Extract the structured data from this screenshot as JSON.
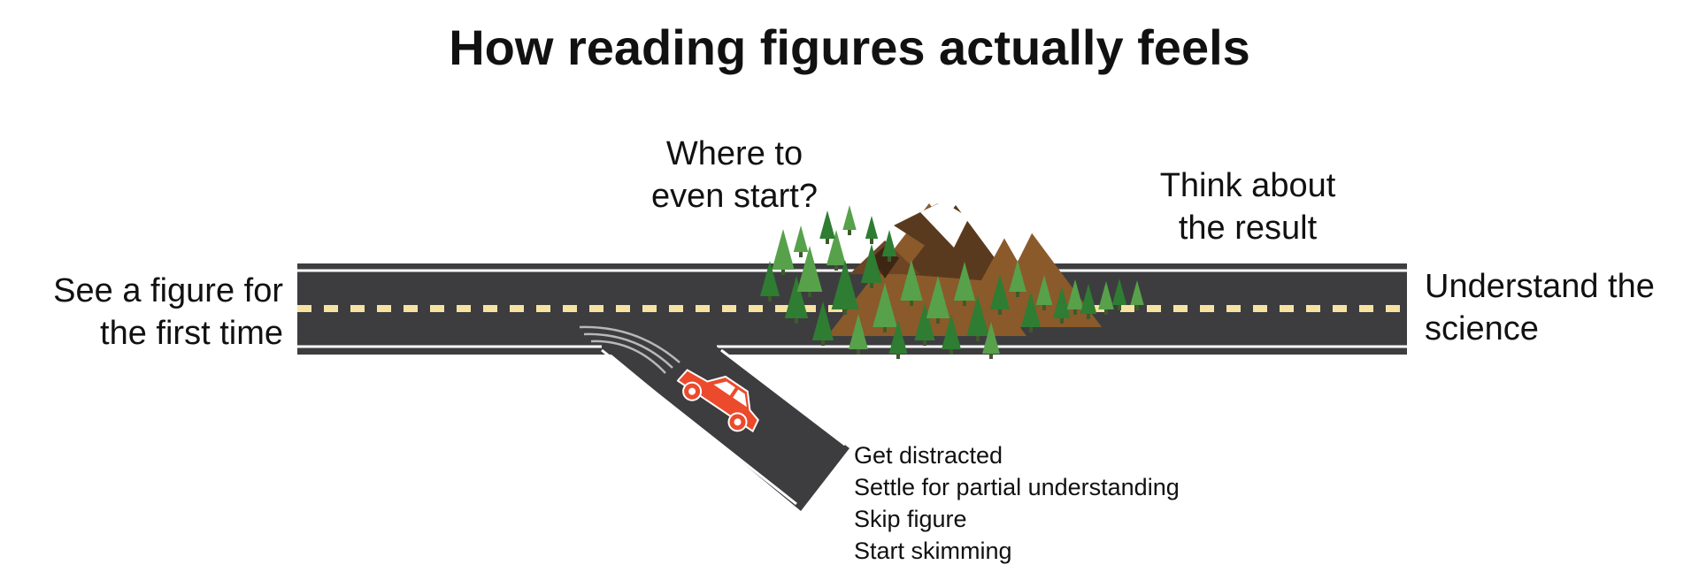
{
  "title": "How reading figures actually feels",
  "start_label": "See a figure for the first time",
  "end_label": "Understand the science",
  "obstacle_label": "Where to even start?",
  "think_label": "Think about the result",
  "detour_outcomes": [
    "Get distracted",
    "Settle for partial understanding",
    "Skip figure",
    "Start skimming"
  ],
  "colors": {
    "road": "#3d3d3f",
    "lane_marking": "#f7e3a1",
    "edge_line": "#ffffff",
    "car": "#ec4a2d",
    "tree_dark": "#2e7d32",
    "tree_light": "#57a14a",
    "mountain_dark": "#5a3a1e",
    "mountain_light": "#8a5a2b",
    "snow": "#ffffff"
  },
  "icons": [
    "car-icon",
    "pine-tree-icon",
    "mountain-icon"
  ]
}
